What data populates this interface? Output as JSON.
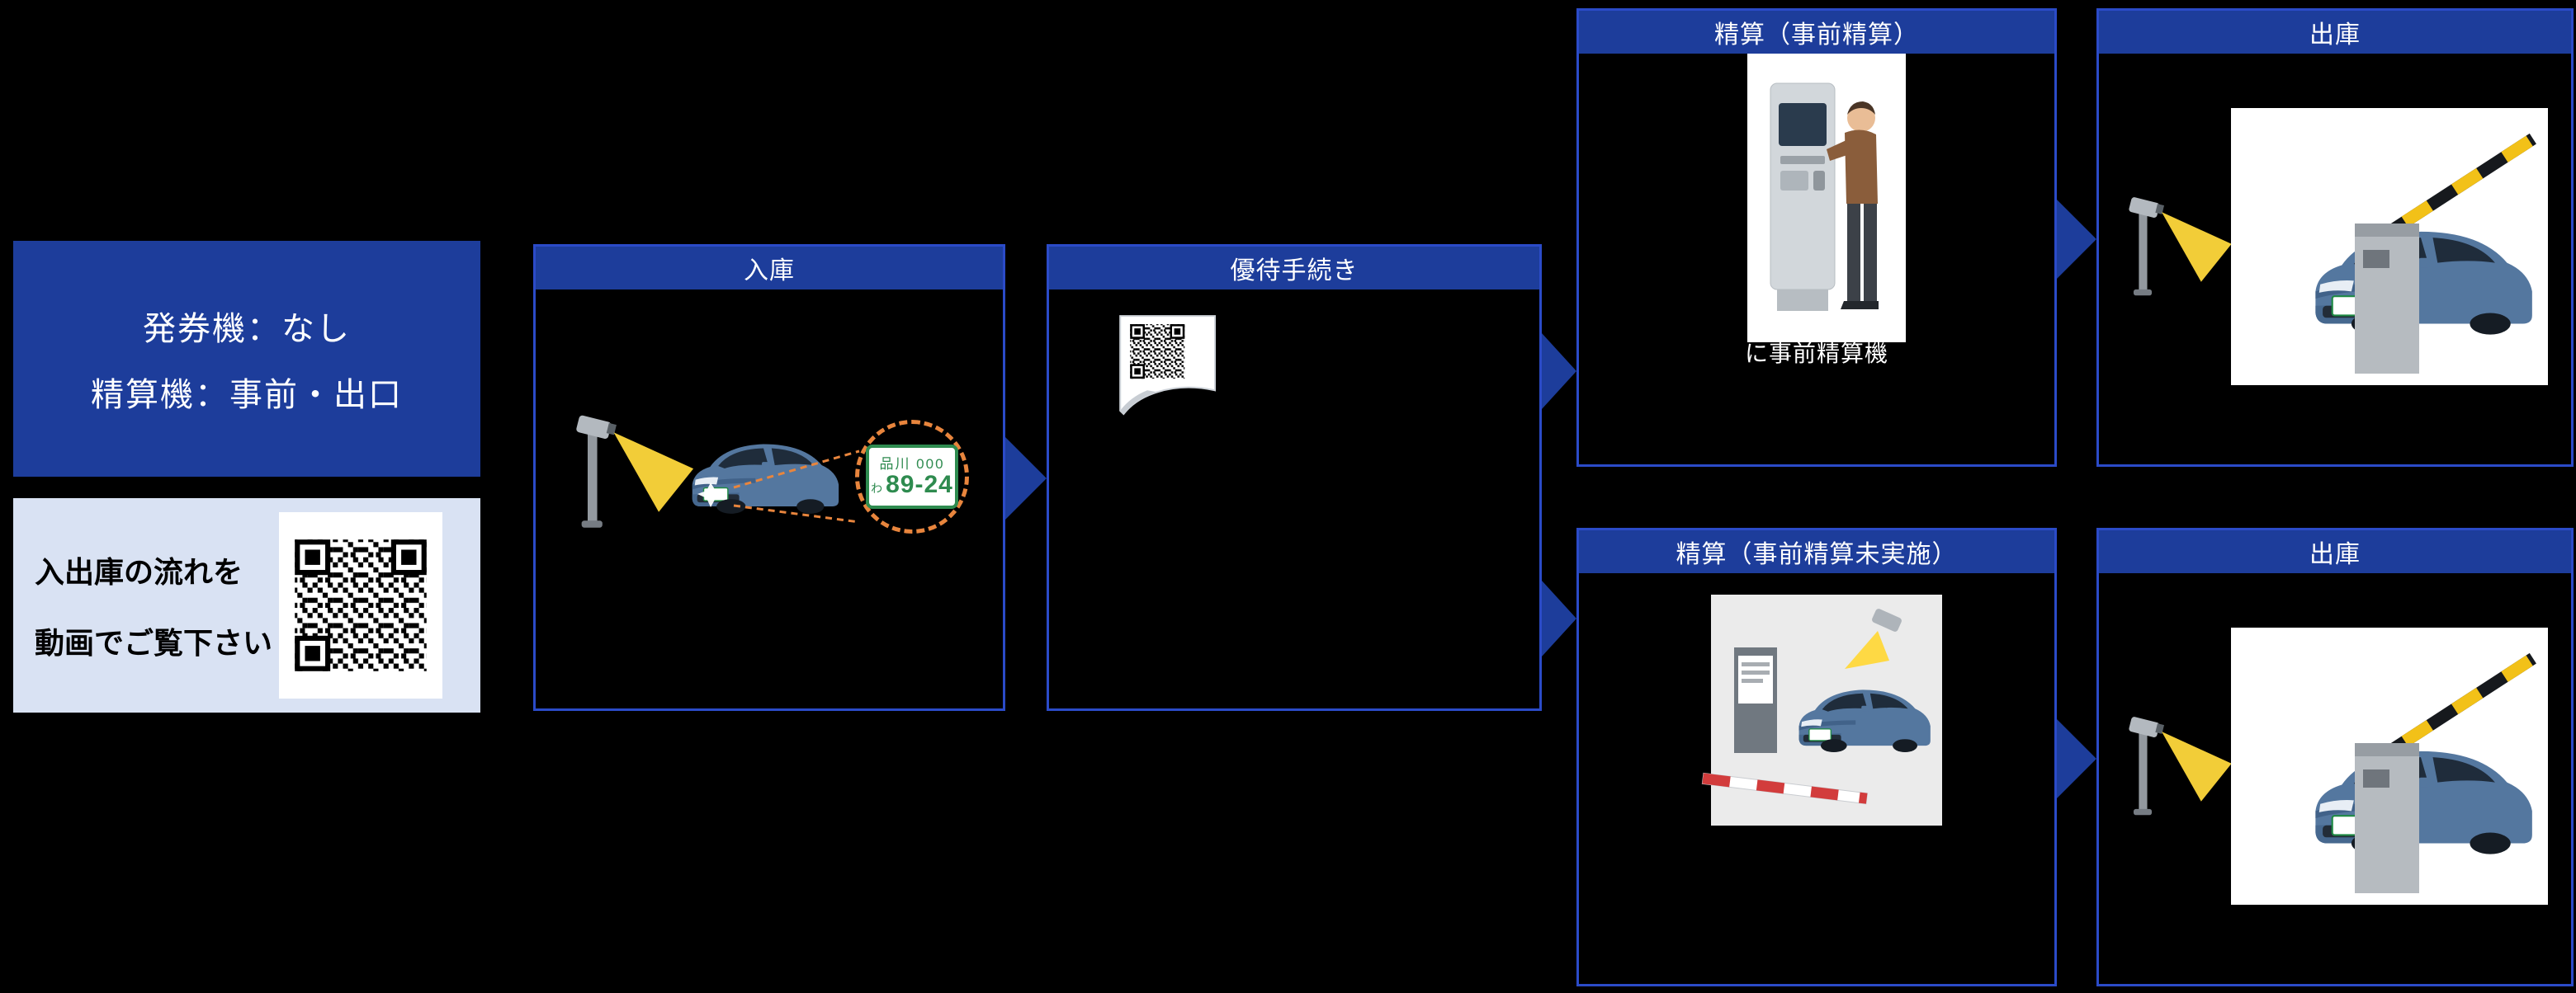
{
  "colors": {
    "header_blue": "#1d3d9b",
    "border_blue": "#2b4bc8",
    "arrow_blue": "#1d3d9b",
    "panel_light": "#d9e2f3",
    "beam_yellow": "#ffd83b",
    "zoom_orange": "#e8853d",
    "plate_green": "#2e8b4f"
  },
  "info_panel": {
    "line1": "発券機：なし",
    "line2": "精算機：事前・出口"
  },
  "video_panel": {
    "line1": "入出庫の流れを",
    "line2": "動画でご覧下さい",
    "qr": "qr-code"
  },
  "flow": {
    "entry": {
      "title": "入庫"
    },
    "procedure": {
      "title": "優待手続き"
    },
    "pay_advance": {
      "title": "精算（事前精算）",
      "caption": "に事前精算機"
    },
    "exit_after_pay": {
      "title": "出庫"
    },
    "pay_unpaid": {
      "title": "精算（事前精算未実施）"
    },
    "exit_after_gate_pay": {
      "title": "出庫"
    }
  },
  "license_plate": {
    "region": "品川 000",
    "kana": "わ",
    "number": "89-24"
  }
}
